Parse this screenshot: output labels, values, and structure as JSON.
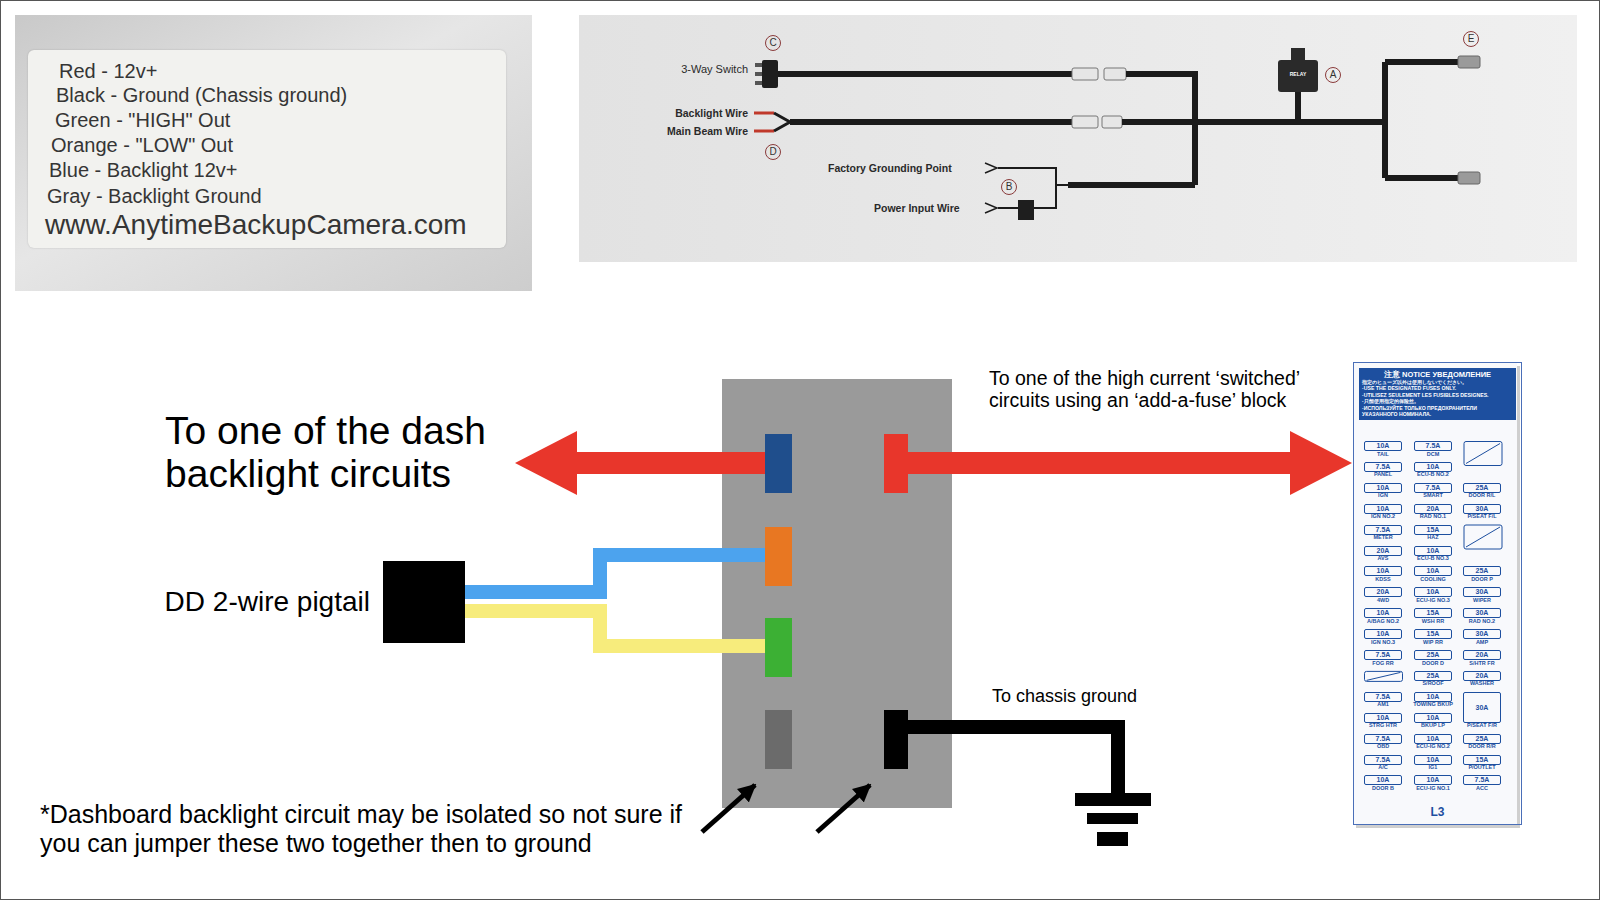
{
  "diagram": {
    "nodes": [
      {
        "text": [
          "Red - 12v+",
          "Black - Ground (Chassis ground)",
          "Green - \"HIGH\" Out",
          "Orange - \"LOW\" Out",
          "Blue - Backlight 12v+",
          "Gray - Backlight Ground",
          "www.AnytimeBackupCamera.com"
        ]
      },
      {
        "text": [
          "DD 2-wire pigtail"
        ]
      },
      {
        "text": [
          "注意 NOTICE УВЕДОМЛЕНИЕ",
          "指定のヒューズ以外は使用しないでください。",
          "·USE THE DESIGNATED FUSES ONLY.",
          "·UTILISEZ SEULEMENT LES FUSIBLES DESIGNES.",
          "·只能使用指定的保险丝。",
          "·ИСПОЛЬЗУЙТЕ ТОЛЬКО ПРЕДОХРАНИТЕЛИ УКАЗАННОГО НОМИНАЛА.",
          "L3"
        ]
      },
      {
        "text": [
          "10A",
          "TAIL"
        ],
        "in": 2
      },
      {
        "text": [
          "7.5A",
          "DCM"
        ],
        "in": 2
      },
      {
        "text": [
          "7.5A",
          "PANEL"
        ],
        "in": 2
      },
      {
        "text": [
          "10A",
          "ECU-B NO.2"
        ],
        "in": 2
      },
      {
        "text": [
          "10A",
          "IGN"
        ],
        "in": 2
      },
      {
        "text": [
          "7.5A",
          "SMART"
        ],
        "in": 2
      },
      {
        "text": [
          "25A",
          "DOOR R/L"
        ],
        "in": 2
      },
      {
        "text": [
          "10A",
          "IGN NO.2"
        ],
        "in": 2
      },
      {
        "text": [
          "20A",
          "RAD NO.1"
        ],
        "in": 2
      },
      {
        "text": [
          "30A",
          "P/SEAT F/L"
        ],
        "in": 2
      },
      {
        "text": [
          "7.5A",
          "METER"
        ],
        "in": 2
      },
      {
        "text": [
          "15A",
          "HAZ"
        ],
        "in": 2
      },
      {
        "text": [
          "20A",
          "AVS"
        ],
        "in": 2
      },
      {
        "text": [
          "10A",
          "ECU-B NO.3"
        ],
        "in": 2
      },
      {
        "text": [
          "10A",
          "KDSS"
        ],
        "in": 2
      },
      {
        "text": [
          "10A",
          "COOLING"
        ],
        "in": 2
      },
      {
        "text": [
          "25A",
          "DOOR P"
        ],
        "in": 2
      },
      {
        "text": [
          "20A",
          "4WD"
        ],
        "in": 2
      },
      {
        "text": [
          "10A",
          "ECU-IG NO.3"
        ],
        "in": 2
      },
      {
        "text": [
          "30A",
          "WIPER"
        ],
        "in": 2
      },
      {
        "text": [
          "10A",
          "A/BAG NO.2"
        ],
        "in": 2
      },
      {
        "text": [
          "15A",
          "WSH RR"
        ],
        "in": 2
      },
      {
        "text": [
          "30A",
          "RAD NO.2"
        ],
        "in": 2
      },
      {
        "text": [
          "10A",
          "IGN NO.3"
        ],
        "in": 2
      },
      {
        "text": [
          "15A",
          "WIP RR"
        ],
        "in": 2
      },
      {
        "text": [
          "30A",
          "AMP"
        ],
        "in": 2
      },
      {
        "text": [
          "7.5A",
          "FOG RR"
        ],
        "in": 2
      },
      {
        "text": [
          "25A",
          "DOOR D"
        ],
        "in": 2
      },
      {
        "text": [
          "20A",
          "S/HTR FR"
        ],
        "in": 2
      },
      {
        "text": [
          "25A",
          "S/ROOF"
        ],
        "in": 2
      },
      {
        "text": [
          "20A",
          "WASHER"
        ],
        "in": 2
      },
      {
        "text": [
          "7.5A",
          "AM1"
        ],
        "in": 2
      },
      {
        "text": [
          "10A",
          "TOWING BKUP"
        ],
        "in": 2
      },
      {
        "text": [
          "30A",
          "P/SEAT F/R"
        ],
        "in": 2
      },
      {
        "text": [
          "10A",
          "STRG HTR"
        ],
        "in": 2
      },
      {
        "text": [
          "10A",
          "BKUP LP"
        ],
        "in": 2
      },
      {
        "text": [
          "7.5A",
          "OBD"
        ],
        "in": 2
      },
      {
        "text": [
          "10A",
          "ECU-IG NO.2"
        ],
        "in": 2
      },
      {
        "text": [
          "25A",
          "DOOR R/R"
        ],
        "in": 2
      },
      {
        "text": [
          "7.5A",
          "A/C"
        ],
        "in": 2
      },
      {
        "text": [
          "10A",
          "IG1"
        ],
        "in": 2
      },
      {
        "text": [
          "15A",
          "P/OUTLET"
        ],
        "in": 2
      },
      {
        "text": [
          "10A",
          "DOOR B"
        ],
        "in": 2
      },
      {
        "text": [
          "10A",
          "ECU-IG NO.1"
        ],
        "in": 2
      },
      {
        "text": [
          "7.5A",
          "ACC"
        ],
        "in": 2
      }
    ],
    "labels": [
      "C",
      "3-Way Switch",
      "E",
      "RELAY",
      "A",
      "Backlight Wire",
      "Main Beam Wire",
      "D",
      "Factory Grounding Point",
      "B",
      "Power Input Wire",
      "To one of the dash backlight circuits",
      "To one of the high current ‘switched’ circuits using an ‘add-a-fuse’ block",
      "To chassis ground",
      "*Dashboard backlight circuit may be isolated so not sure if you can jumper these two together then to ground"
    ]
  }
}
